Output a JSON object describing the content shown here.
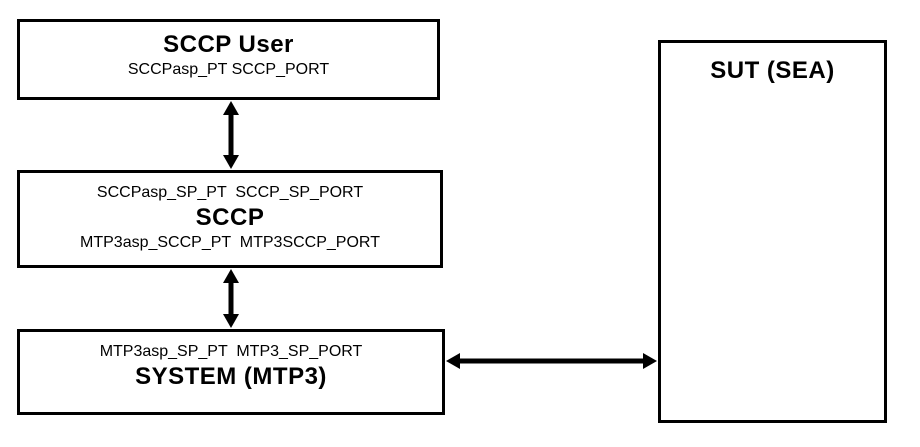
{
  "diagram": {
    "boxes": {
      "sccp_user": {
        "title": "SCCP User",
        "ports": "SCCPasp_PT SCCP_PORT"
      },
      "sccp": {
        "top_ports": "SCCPasp_SP_PT  SCCP_SP_PORT",
        "title": "SCCP",
        "bottom_ports": "MTP3asp_SCCP_PT  MTP3SCCP_PORT"
      },
      "system_mtp3": {
        "top_ports": "MTP3asp_SP_PT  MTP3_SP_PORT",
        "title": "SYSTEM (MTP3)"
      },
      "sut": {
        "title": "SUT (SEA)"
      }
    },
    "connections": [
      {
        "from": "sccp_user",
        "to": "sccp",
        "type": "bidirectional"
      },
      {
        "from": "sccp",
        "to": "system_mtp3",
        "type": "bidirectional"
      },
      {
        "from": "system_mtp3",
        "to": "sut",
        "type": "bidirectional"
      }
    ],
    "colors": {
      "border": "#000000",
      "background": "#ffffff",
      "text": "#000000",
      "arrow": "#000000"
    }
  }
}
